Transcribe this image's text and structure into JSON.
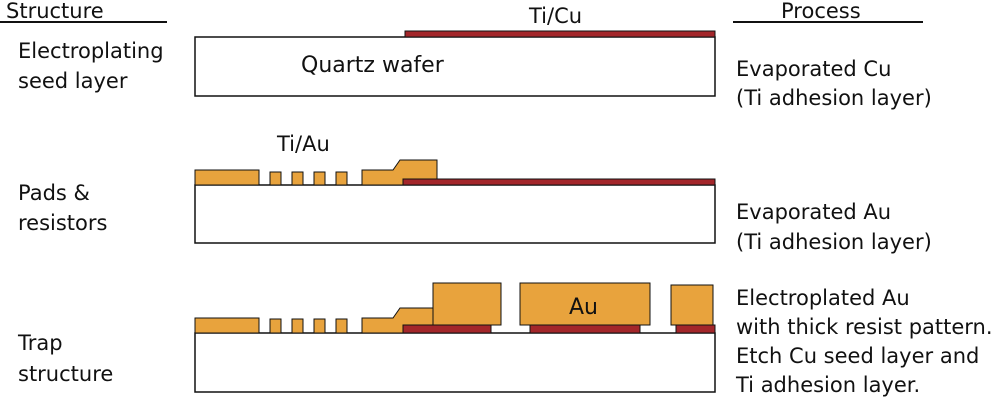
{
  "headers": {
    "structure": "Structure",
    "process": "Process",
    "ti_cu": "Ti/Cu"
  },
  "labels": {
    "quartz_wafer": "Quartz wafer",
    "ti_au": "Ti/Au",
    "au": "Au"
  },
  "rows": [
    {
      "structure_lines": [
        "Electroplating",
        "seed layer"
      ],
      "process_lines": [
        "Evaporated Cu",
        "(Ti adhesion layer)"
      ]
    },
    {
      "structure_lines": [
        "Pads &",
        "resistors"
      ],
      "process_lines": [
        "Evaporated Au",
        "(Ti adhesion layer)"
      ]
    },
    {
      "structure_lines": [
        "Trap",
        "structure"
      ],
      "process_lines": [
        "Electroplated Au",
        "with thick resist pattern.",
        "Etch Cu seed layer and",
        "Ti adhesion layer."
      ]
    }
  ],
  "colors": {
    "gold": "#E8A33D",
    "copper": "#A3262A",
    "outline": "#111111"
  }
}
